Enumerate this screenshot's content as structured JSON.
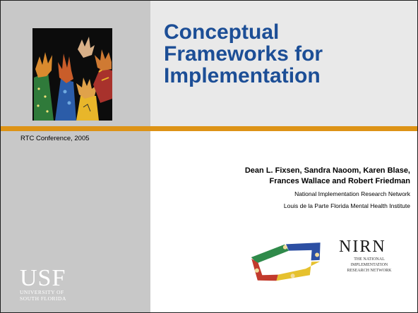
{
  "title": {
    "line1": "Conceptual",
    "line2": "Frameworks for",
    "line3": "Implementation"
  },
  "conference": "RTC Conference, 2005",
  "authors": {
    "line1": "Dean L. Fixsen, Sandra Naoom, Karen Blase,",
    "line2": "Frances Wallace and Robert Friedman"
  },
  "affiliations": {
    "line1": "National Implementation Research Network",
    "line2": "Louis de la Parte Florida Mental Health Institute"
  },
  "nirn_logo": {
    "mark": "NIRN",
    "line1": "THE NATIONAL",
    "line2": "IMPLEMENTATION",
    "line3": "RESEARCH NETWORK"
  },
  "usf_logo": {
    "letters": "USF",
    "line1": "UNIVERSITY OF",
    "line2": "SOUTH FLORIDA"
  },
  "colors": {
    "title": "#1c4e96",
    "accent_rule": "#dd9316",
    "left_panel": "#c8c8c8",
    "top_panel": "#e9e9e9"
  }
}
